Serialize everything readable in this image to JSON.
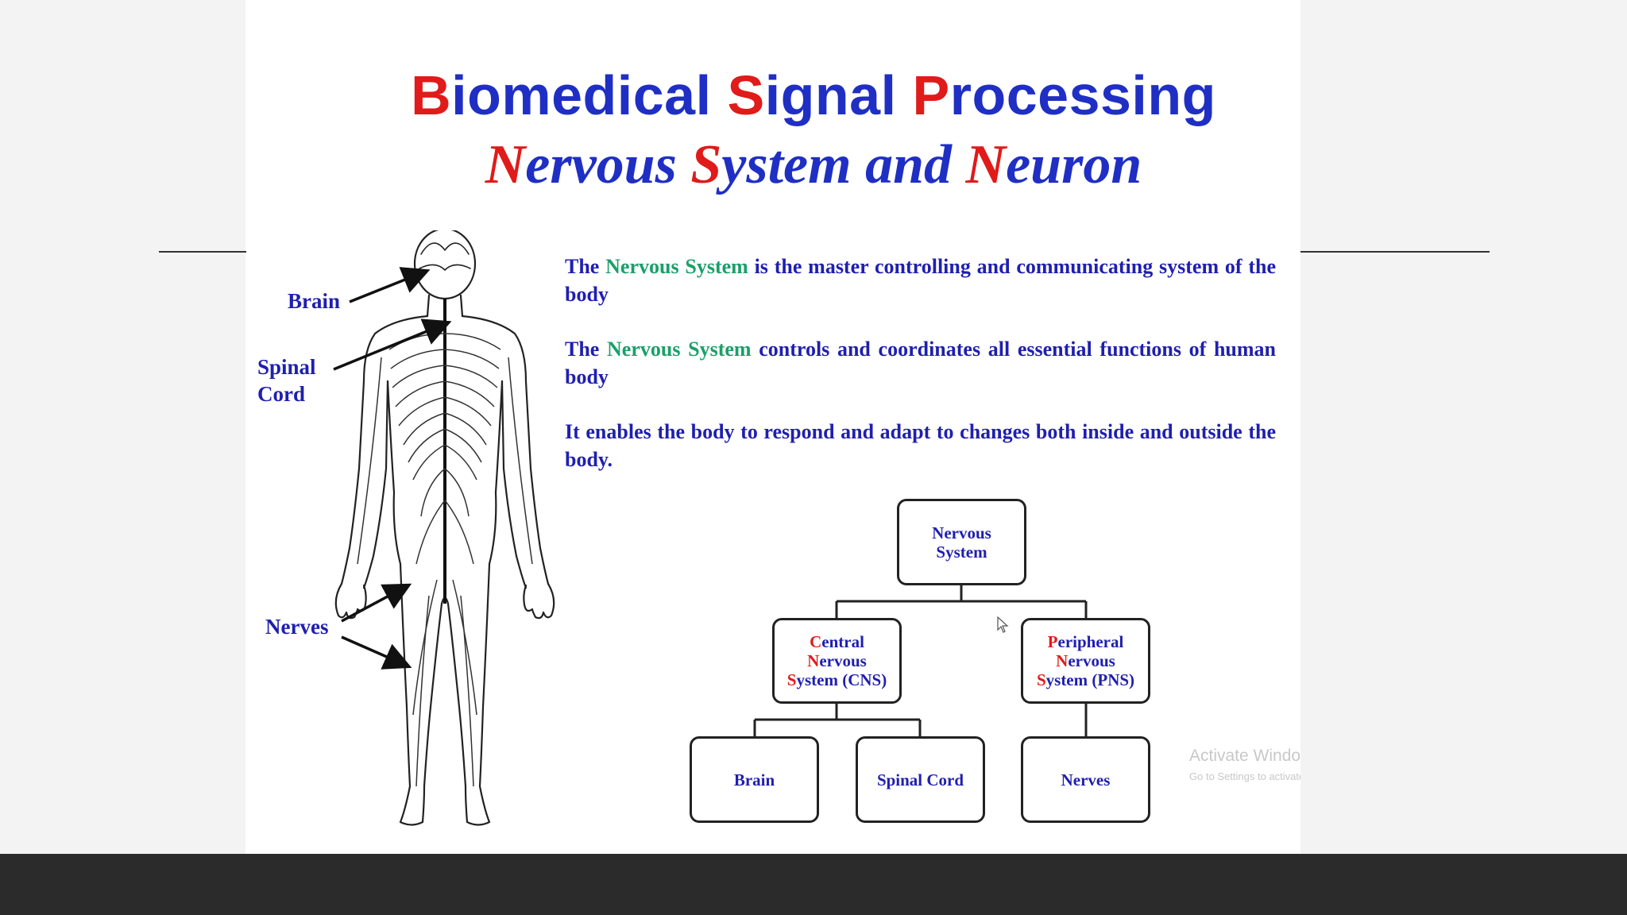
{
  "title": {
    "line1": [
      {
        "text": "B",
        "accent": true
      },
      {
        "text": "iomedical ",
        "accent": false
      },
      {
        "text": "S",
        "accent": true
      },
      {
        "text": "ignal ",
        "accent": false
      },
      {
        "text": "P",
        "accent": true
      },
      {
        "text": "rocessing",
        "accent": false
      }
    ],
    "line2": [
      {
        "text": "N",
        "accent": true
      },
      {
        "text": "ervous ",
        "accent": false
      },
      {
        "text": "S",
        "accent": true
      },
      {
        "text": "ystem and ",
        "accent": false
      },
      {
        "text": "N",
        "accent": true
      },
      {
        "text": "euron",
        "accent": false
      }
    ]
  },
  "paragraphs": [
    {
      "before": "The ",
      "highlight": "Nervous System",
      "after": " is the master controlling and communicating system of the body"
    },
    {
      "before": "The ",
      "highlight": "Nervous System",
      "after": " controls and coordinates all essential functions of human body"
    },
    {
      "before": "It enables the body to respond and adapt to changes both inside and outside the body.",
      "highlight": "",
      "after": ""
    }
  ],
  "figure_labels": {
    "brain": "Brain",
    "spinal_cord_line1": "Spinal",
    "spinal_cord_line2": "Cord",
    "nerves": "Nerves"
  },
  "hierarchy": {
    "root": "Nervous System",
    "cns": {
      "first": [
        "C",
        "N",
        "S"
      ],
      "rest": [
        "entral",
        "ervous",
        "ystem (CNS)"
      ]
    },
    "pns": {
      "first": [
        "P",
        "N",
        "S"
      ],
      "rest": [
        "eripheral",
        "ervous",
        "ystem (PNS)"
      ]
    },
    "brain": "Brain",
    "spinal_cord": "Spinal Cord",
    "nerves": "Nerves"
  },
  "watermark": {
    "line1": "Activate Windows",
    "line2": "Go to Settings to activate Windows."
  },
  "colors": {
    "blue": "#1f2fc4",
    "red": "#e11a1a",
    "green": "#1aa06a",
    "bar": "#2b2b2b"
  }
}
